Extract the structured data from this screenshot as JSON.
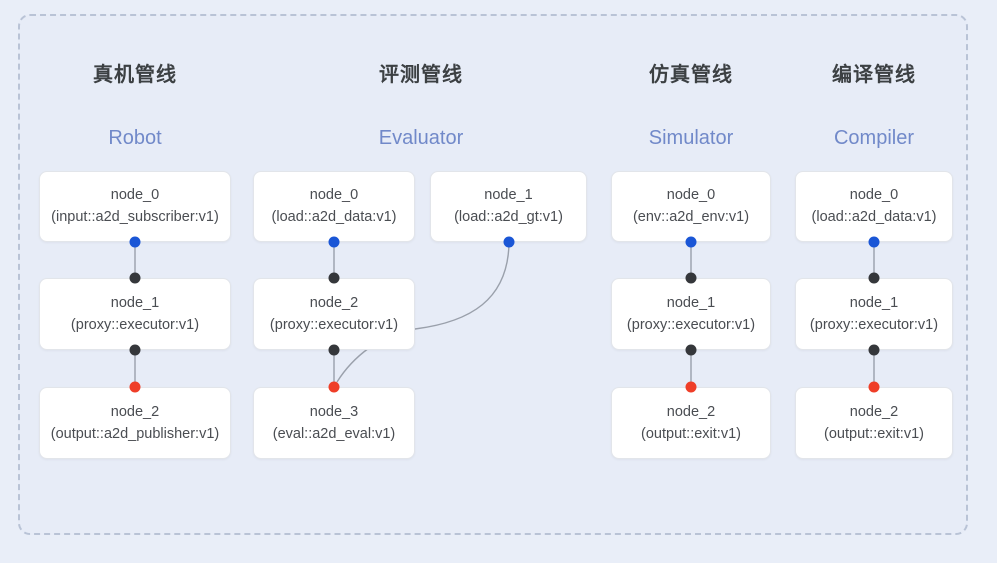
{
  "diagram": {
    "frame_style": "dashed-rounded-container",
    "background_color": "#e9eef8",
    "frame_border_color": "#b9c3d6",
    "node_border_color": "#e2e5ea",
    "title_color": "#3c4043",
    "subtitle_color": "#7189c9",
    "port_colors": {
      "input": "#1a56d6",
      "middle": "#35373b",
      "output": "#ef3e28"
    }
  },
  "columns": [
    {
      "id": "robot",
      "title_cn": "真机管线",
      "title_en": "Robot",
      "nodes": [
        {
          "name": "node_0",
          "type": "(input::a2d_subscriber:v1)"
        },
        {
          "name": "node_1",
          "type": "(proxy::executor:v1)"
        },
        {
          "name": "node_2",
          "type": "(output::a2d_publisher:v1)"
        }
      ]
    },
    {
      "id": "evaluator",
      "title_cn": "评测管线",
      "title_en": "Evaluator",
      "nodes": [
        {
          "name": "node_0",
          "type": "(load::a2d_data:v1)"
        },
        {
          "name": "node_1",
          "type": "(load::a2d_gt:v1)"
        },
        {
          "name": "node_2",
          "type": "(proxy::executor:v1)"
        },
        {
          "name": "node_3",
          "type": "(eval::a2d_eval:v1)"
        }
      ]
    },
    {
      "id": "simulator",
      "title_cn": "仿真管线",
      "title_en": "Simulator",
      "nodes": [
        {
          "name": "node_0",
          "type": "(env::a2d_env:v1)"
        },
        {
          "name": "node_1",
          "type": "(proxy::executor:v1)"
        },
        {
          "name": "node_2",
          "type": "(output::exit:v1)"
        }
      ]
    },
    {
      "id": "compiler",
      "title_cn": "编译管线",
      "title_en": "Compiler",
      "nodes": [
        {
          "name": "node_0",
          "type": "(load::a2d_data:v1)"
        },
        {
          "name": "node_1",
          "type": "(proxy::executor:v1)"
        },
        {
          "name": "node_2",
          "type": "(output::exit:v1)"
        }
      ]
    }
  ]
}
